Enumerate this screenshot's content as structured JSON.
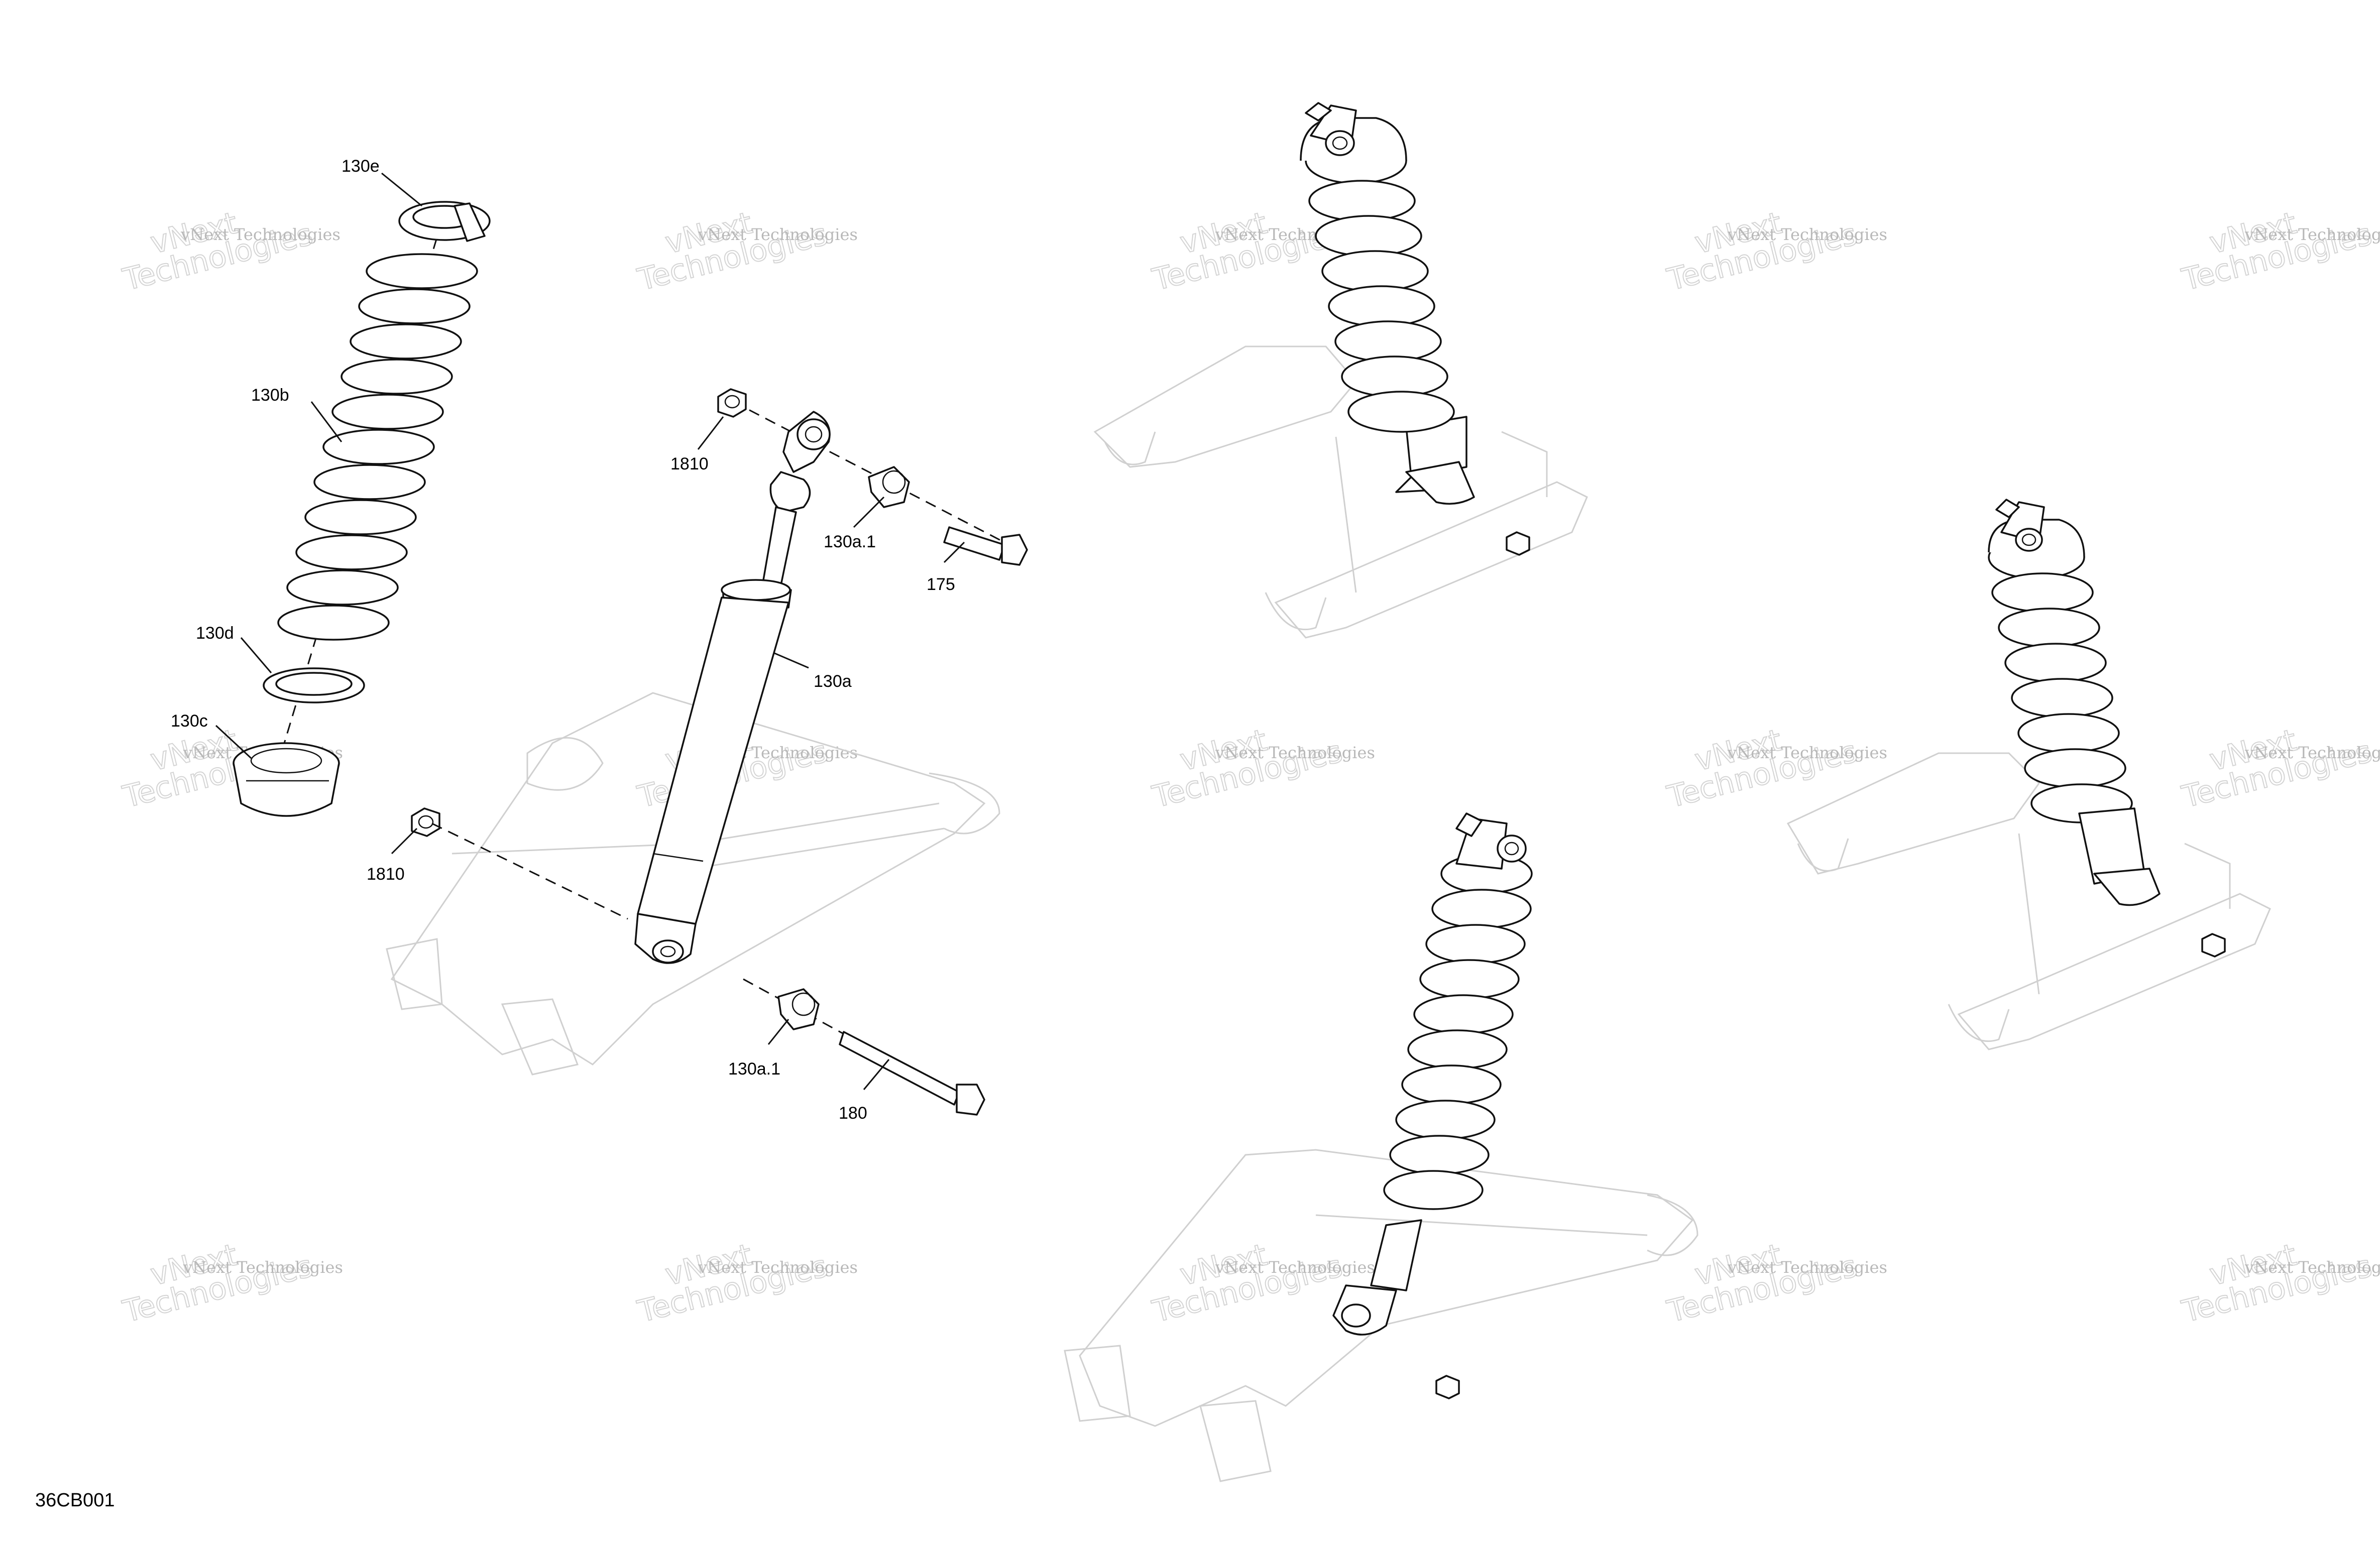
{
  "figure_code": "36CB001",
  "callouts": {
    "spring_retainer": "130e",
    "coil_spring": "130b",
    "spring_seat": "130d",
    "adjuster_cam": "130c",
    "upper_nut": "1810",
    "lower_nut": "1810",
    "upper_bushing": "130a.1",
    "upper_bolt": "175",
    "shock_body": "130a",
    "lower_bushing": "130a.1",
    "lower_bolt": "180"
  },
  "watermark": {
    "line1": "vNext Technologies",
    "line2a": "vNext",
    "line2b": "Technologies"
  },
  "colors": {
    "line": "#111111",
    "ghost": "#d0d0d0",
    "watermark": "#b8b8b8"
  }
}
